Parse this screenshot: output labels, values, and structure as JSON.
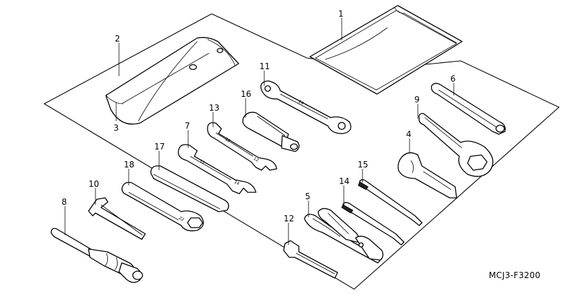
{
  "diagram_code": "MCJ3-F3200",
  "callouts": [
    "1",
    "2",
    "3",
    "4",
    "5",
    "6",
    "7",
    "8",
    "9",
    "10",
    "11",
    "12",
    "13",
    "14",
    "15",
    "16",
    "17",
    "18"
  ],
  "wrench_markings": {
    "w13_small": "10",
    "w13_large": "12",
    "w7_small": "12",
    "w7_large": "14",
    "w11": "24",
    "w18": "22"
  }
}
